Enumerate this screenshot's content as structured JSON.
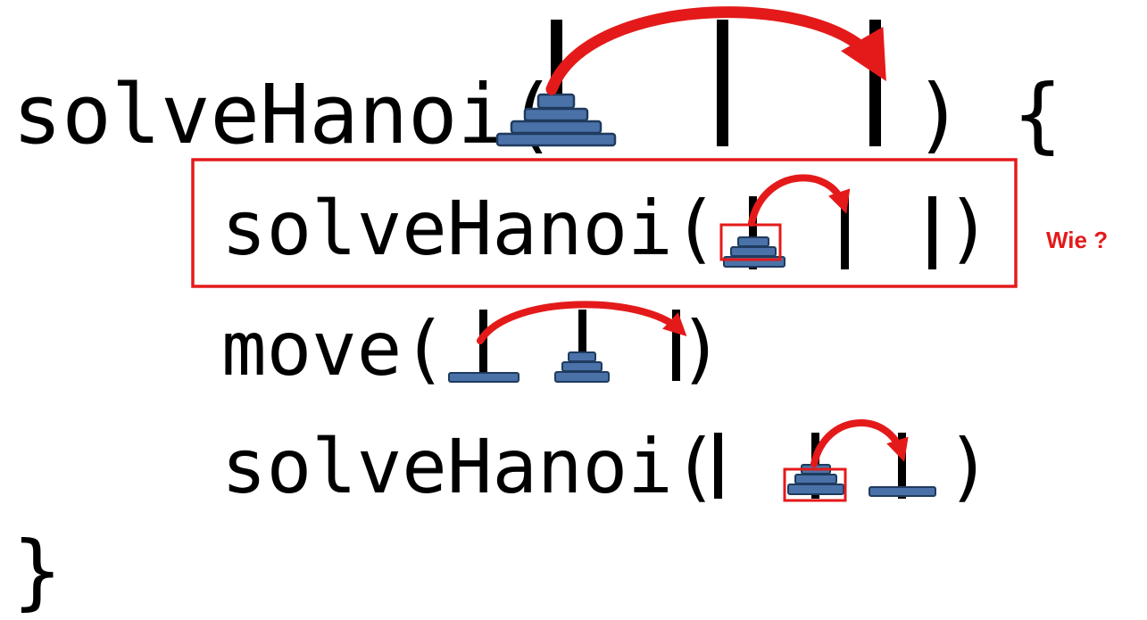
{
  "lines": {
    "outer_call": "solveHanoi(",
    "outer_close": ") {",
    "recursive_call_1": "solveHanoi(",
    "recursive_close_1": ")",
    "move_call": "move(",
    "move_close": ")",
    "recursive_call_2": "solveHanoi(",
    "recursive_close_2": ")",
    "closing_brace": "}"
  },
  "annotation": {
    "text": "Wie ?"
  },
  "colors": {
    "disk_fill": "#4a72a8",
    "disk_stroke": "#1f3b5e",
    "disk_highlight": "#7aa6d8",
    "arrow": "#e41a1a",
    "highlight_box": "#e41a1a",
    "annotation_text": "#e41a1a",
    "text": "#000000"
  }
}
